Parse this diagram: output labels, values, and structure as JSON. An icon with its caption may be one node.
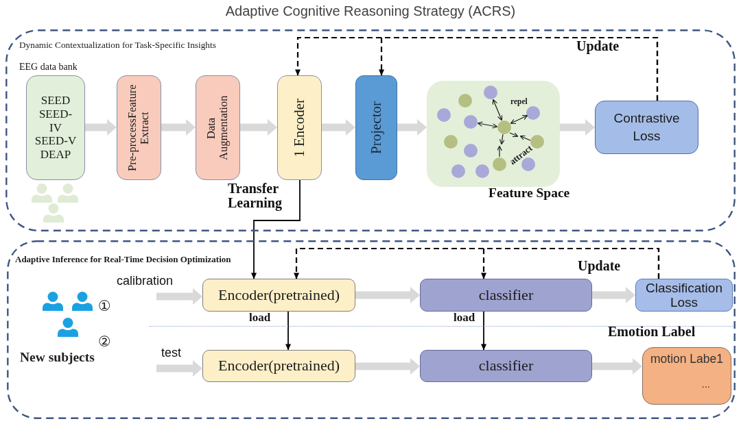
{
  "diagram": {
    "title": "Adaptive Cognitive Reasoning Strategy (ACRS)",
    "nodes": [
      {
        "text": [
          "Dynamic Contextualization for Task-Specific Insights"
        ]
      },
      {
        "text": [
          "SEED",
          "SEED-IV",
          "SEED-V",
          "DEAP"
        ],
        "beside": [
          "EEG data bank"
        ],
        "in": 0
      },
      {
        "text": [
          "Pre-processFeature Extract"
        ],
        "in": 0
      },
      {
        "text": [
          "Data Augmentation"
        ],
        "in": 0
      },
      {
        "text": [
          "1 Encoder"
        ],
        "in": 0
      },
      {
        "text": [
          "Projector"
        ],
        "in": 0
      },
      {
        "text": [
          "repel",
          "attract"
        ],
        "beside": [
          "Feature Space"
        ],
        "in": 0
      },
      {
        "text": [
          "Contrastive Loss"
        ],
        "in": 0
      },
      {
        "text": [
          "Adaptive Inference for Real-Time Decision Optimization"
        ]
      },
      {
        "text": [
          "Encoder(pretrained)"
        ],
        "in": 8
      },
      {
        "text": [
          "classifier"
        ],
        "in": 8
      },
      {
        "text": [
          "Classification Loss"
        ],
        "in": 8
      },
      {
        "text": [
          "Encoder(pretrained)"
        ],
        "in": 8
      },
      {
        "text": [
          "classifier"
        ],
        "in": 8
      },
      {
        "text": [
          "motion Labe1",
          "..."
        ],
        "beside": [
          "Emotion Label"
        ],
        "in": 8
      }
    ],
    "edges": [
      {
        "from": 1,
        "to": 2,
        "arrow": "to"
      },
      {
        "from": 2,
        "to": 3,
        "arrow": "to"
      },
      {
        "from": 3,
        "to": 4,
        "arrow": "to"
      },
      {
        "from": 4,
        "to": 5,
        "arrow": "to"
      },
      {
        "from": 5,
        "to": 6,
        "arrow": "to"
      },
      {
        "from": 6,
        "to": 7,
        "arrow": "to"
      },
      {
        "from": 7,
        "to": 4,
        "arrow": "to",
        "label": "Update",
        "style": "dashed",
        "color": "#000000"
      },
      {
        "from": 7,
        "to": 5,
        "arrow": "to",
        "style": "dashed",
        "color": "#000000"
      },
      {
        "from": 4,
        "to": 9,
        "arrow": "to",
        "label": "Transfer Learning",
        "color": "#000000"
      },
      {
        "from": null,
        "to": 9,
        "arrow": "to",
        "label": "calibration"
      },
      {
        "from": 9,
        "to": 10,
        "arrow": "to"
      },
      {
        "from": 10,
        "to": 11,
        "arrow": "to"
      },
      {
        "from": 11,
        "to": 9,
        "arrow": "to",
        "label": "Update",
        "style": "dashed",
        "color": "#000000"
      },
      {
        "from": 11,
        "to": 10,
        "arrow": "to",
        "style": "dashed",
        "color": "#000000"
      },
      {
        "from": 9,
        "to": 12,
        "arrow": "to",
        "label": "load",
        "color": "#000000"
      },
      {
        "from": 10,
        "to": 13,
        "arrow": "to",
        "label": "load",
        "color": "#000000"
      },
      {
        "from": null,
        "to": 12,
        "arrow": "to",
        "label": "test"
      },
      {
        "from": 12,
        "to": 13,
        "arrow": "to"
      },
      {
        "from": 13,
        "to": 14,
        "arrow": "to"
      }
    ],
    "labels": [
      "①",
      "②",
      "New subjects"
    ]
  }
}
